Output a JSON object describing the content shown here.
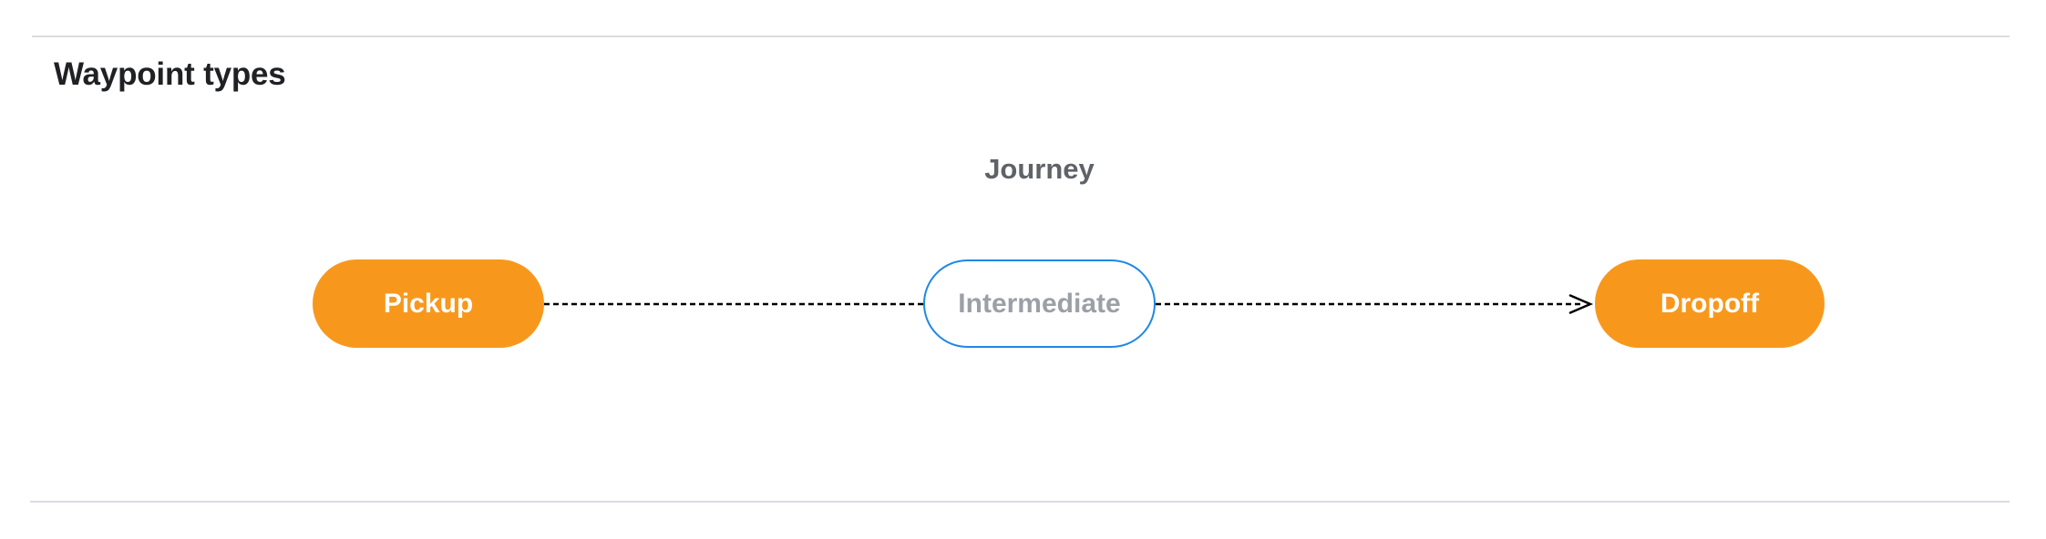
{
  "header": {
    "title": "Waypoint types"
  },
  "diagram": {
    "label": "Journey",
    "nodes": [
      {
        "id": "pickup",
        "label": "Pickup",
        "shape": "stadium",
        "style": "filled"
      },
      {
        "id": "intermediate",
        "label": "Intermediate",
        "shape": "stadium",
        "style": "outlined"
      },
      {
        "id": "dropoff",
        "label": "Dropoff",
        "shape": "stadium",
        "style": "filled"
      }
    ],
    "edges": [
      {
        "from": "pickup",
        "to": "intermediate",
        "style": "dashed",
        "arrowhead": false
      },
      {
        "from": "intermediate",
        "to": "dropoff",
        "style": "dashed",
        "arrowhead": true
      }
    ],
    "colors": {
      "node_fill": "#f7981d",
      "node_text_filled": "#ffffff",
      "outlined_border": "#1e88e5",
      "outlined_text": "#9aa0a6",
      "edge": "#000000",
      "journey_label": "#5f6368",
      "title": "#202124",
      "divider": "#dadce0"
    }
  }
}
